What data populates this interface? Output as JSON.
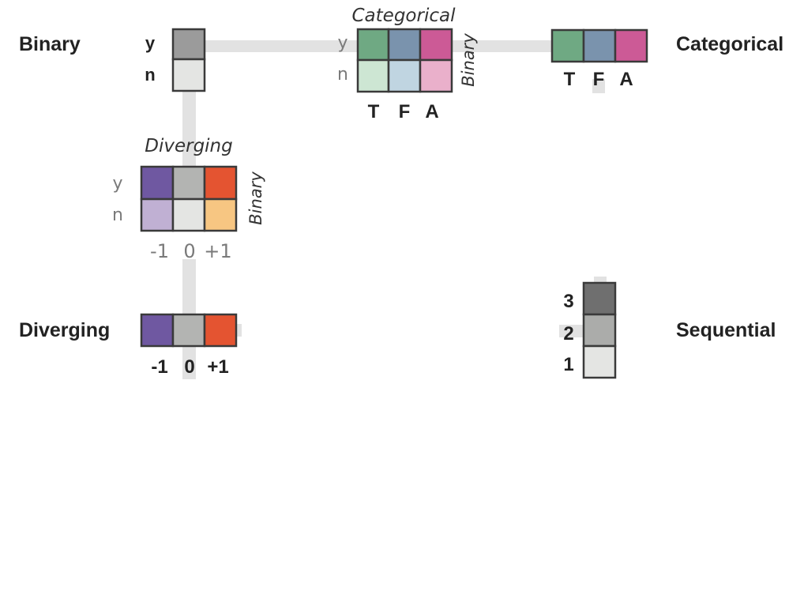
{
  "main_labels": {
    "binary": "Binary",
    "categorical": "Categorical",
    "diverging": "Diverging",
    "sequential": "Sequential"
  },
  "binary_scale": {
    "labels": [
      "y",
      "n"
    ],
    "colors": [
      "#9b9b9b",
      "#e4e5e3"
    ]
  },
  "categorical_scale": {
    "labels": [
      "T",
      "F",
      "A"
    ],
    "colors": [
      "#6fa983",
      "#7a93ad",
      "#cc5a96"
    ]
  },
  "diverging_scale": {
    "labels": [
      "-1",
      "0",
      "+1"
    ],
    "colors": [
      "#6f58a1",
      "#b3b4b2",
      "#e45431"
    ]
  },
  "sequential_scale": {
    "labels": [
      "3",
      "2",
      "1"
    ],
    "colors": [
      "#6f6f6f",
      "#abacaa",
      "#e4e5e3"
    ]
  },
  "cat_binary": {
    "title": "Categorical",
    "side_label": "Binary",
    "row_labels": [
      "y",
      "n"
    ],
    "col_labels": [
      "T",
      "F",
      "A"
    ],
    "colors": [
      [
        "#6fa983",
        "#7a93ad",
        "#cc5a96"
      ],
      [
        "#cde6d3",
        "#c0d5e1",
        "#eab0cb"
      ]
    ]
  },
  "div_binary": {
    "title": "Diverging",
    "side_label": "Binary",
    "row_labels": [
      "y",
      "n"
    ],
    "col_labels": [
      "-1",
      "0",
      "+1"
    ],
    "colors": [
      [
        "#6f58a1",
        "#b3b4b2",
        "#e45431"
      ],
      [
        "#c0b0d3",
        "#e4e5e3",
        "#f7c682"
      ]
    ]
  },
  "palette": {
    "connector": "#e2e2e2",
    "border": "#3a3a3a",
    "label_dark": "#222222",
    "label_gray": "#7a7a7a"
  }
}
